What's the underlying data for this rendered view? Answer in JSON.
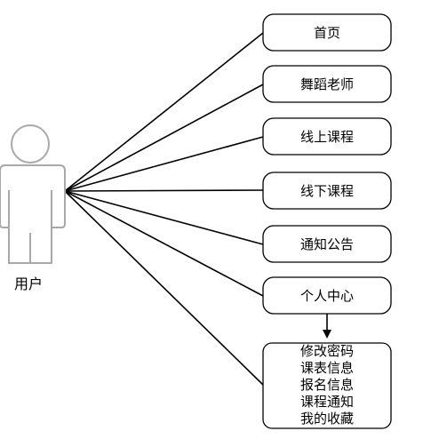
{
  "actor": {
    "label": "用户"
  },
  "use_cases": [
    {
      "label": "首页"
    },
    {
      "label": "舞蹈老师"
    },
    {
      "label": "线上课程"
    },
    {
      "label": "线下课程"
    },
    {
      "label": "通知公告"
    },
    {
      "label": "个人中心"
    }
  ],
  "sub_functions": [
    "修改密码",
    "课表信息",
    "报名信息",
    "课程通知",
    "我的收藏"
  ],
  "colors": {
    "stroke": "#000000",
    "actor_stroke": "#a9a9a9",
    "fill": "#ffffff"
  }
}
